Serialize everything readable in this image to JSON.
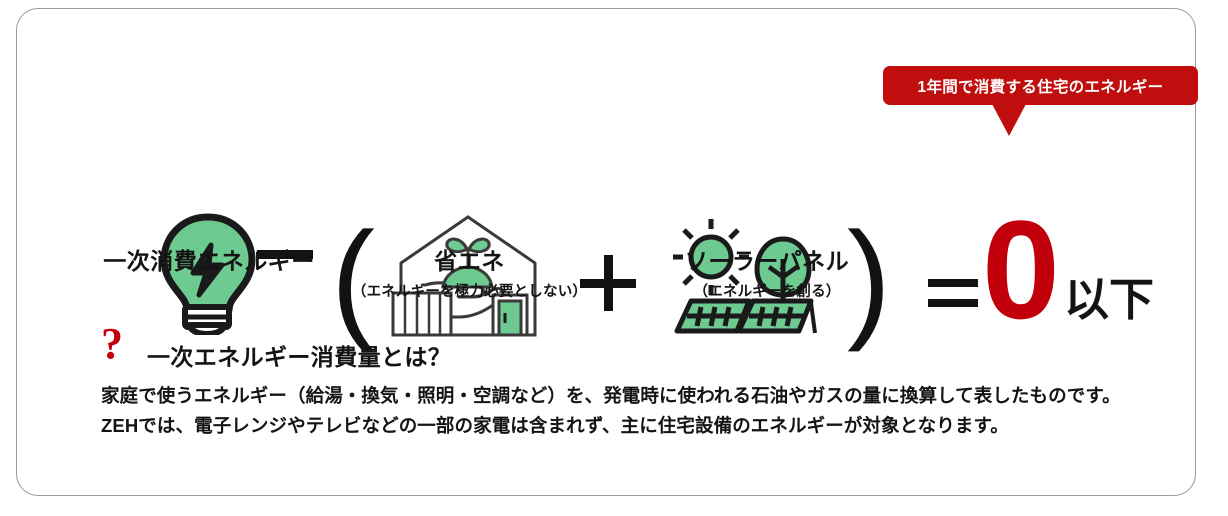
{
  "callout": {
    "text": "1年間で消費する住宅のエネルギー",
    "bg_color": "#c00d0d",
    "text_color": "#ffffff"
  },
  "equation": {
    "operators": {
      "minus": "−",
      "paren_open": "(",
      "plus": "+",
      "paren_close": ")",
      "equals": "="
    },
    "terms": [
      {
        "icon": "lightbulb-icon",
        "label": "一次消費エネルギー",
        "sublabel": ""
      },
      {
        "icon": "house-with-sprout-icon",
        "label": "省エネ",
        "sublabel": "（エネルギーを極力必要としない）"
      },
      {
        "icon": "solar-panel-icon",
        "label": "ソーラーパネル",
        "sublabel": "（エネルギーを創る）"
      }
    ],
    "result": {
      "value": "0",
      "suffix": "以下",
      "value_color": "#c2000b"
    }
  },
  "explainer": {
    "question_icon": "?",
    "question_icon_color": "#c2000b",
    "heading": "一次エネルギー消費量とは？",
    "lines": [
      "家庭で使うエネルギー（給湯・換気・照明・空調など）を、発電時に使われる石油やガスの量に換算して表したものです。",
      "ZEHでは、電子レンジやテレビなどの一部の家電は含まれず、主に住宅設備のエネルギーが対象となります。"
    ]
  },
  "theme": {
    "green": "#6dcb91",
    "outline": "#1a1a1a",
    "border": "#9a9a9a"
  }
}
